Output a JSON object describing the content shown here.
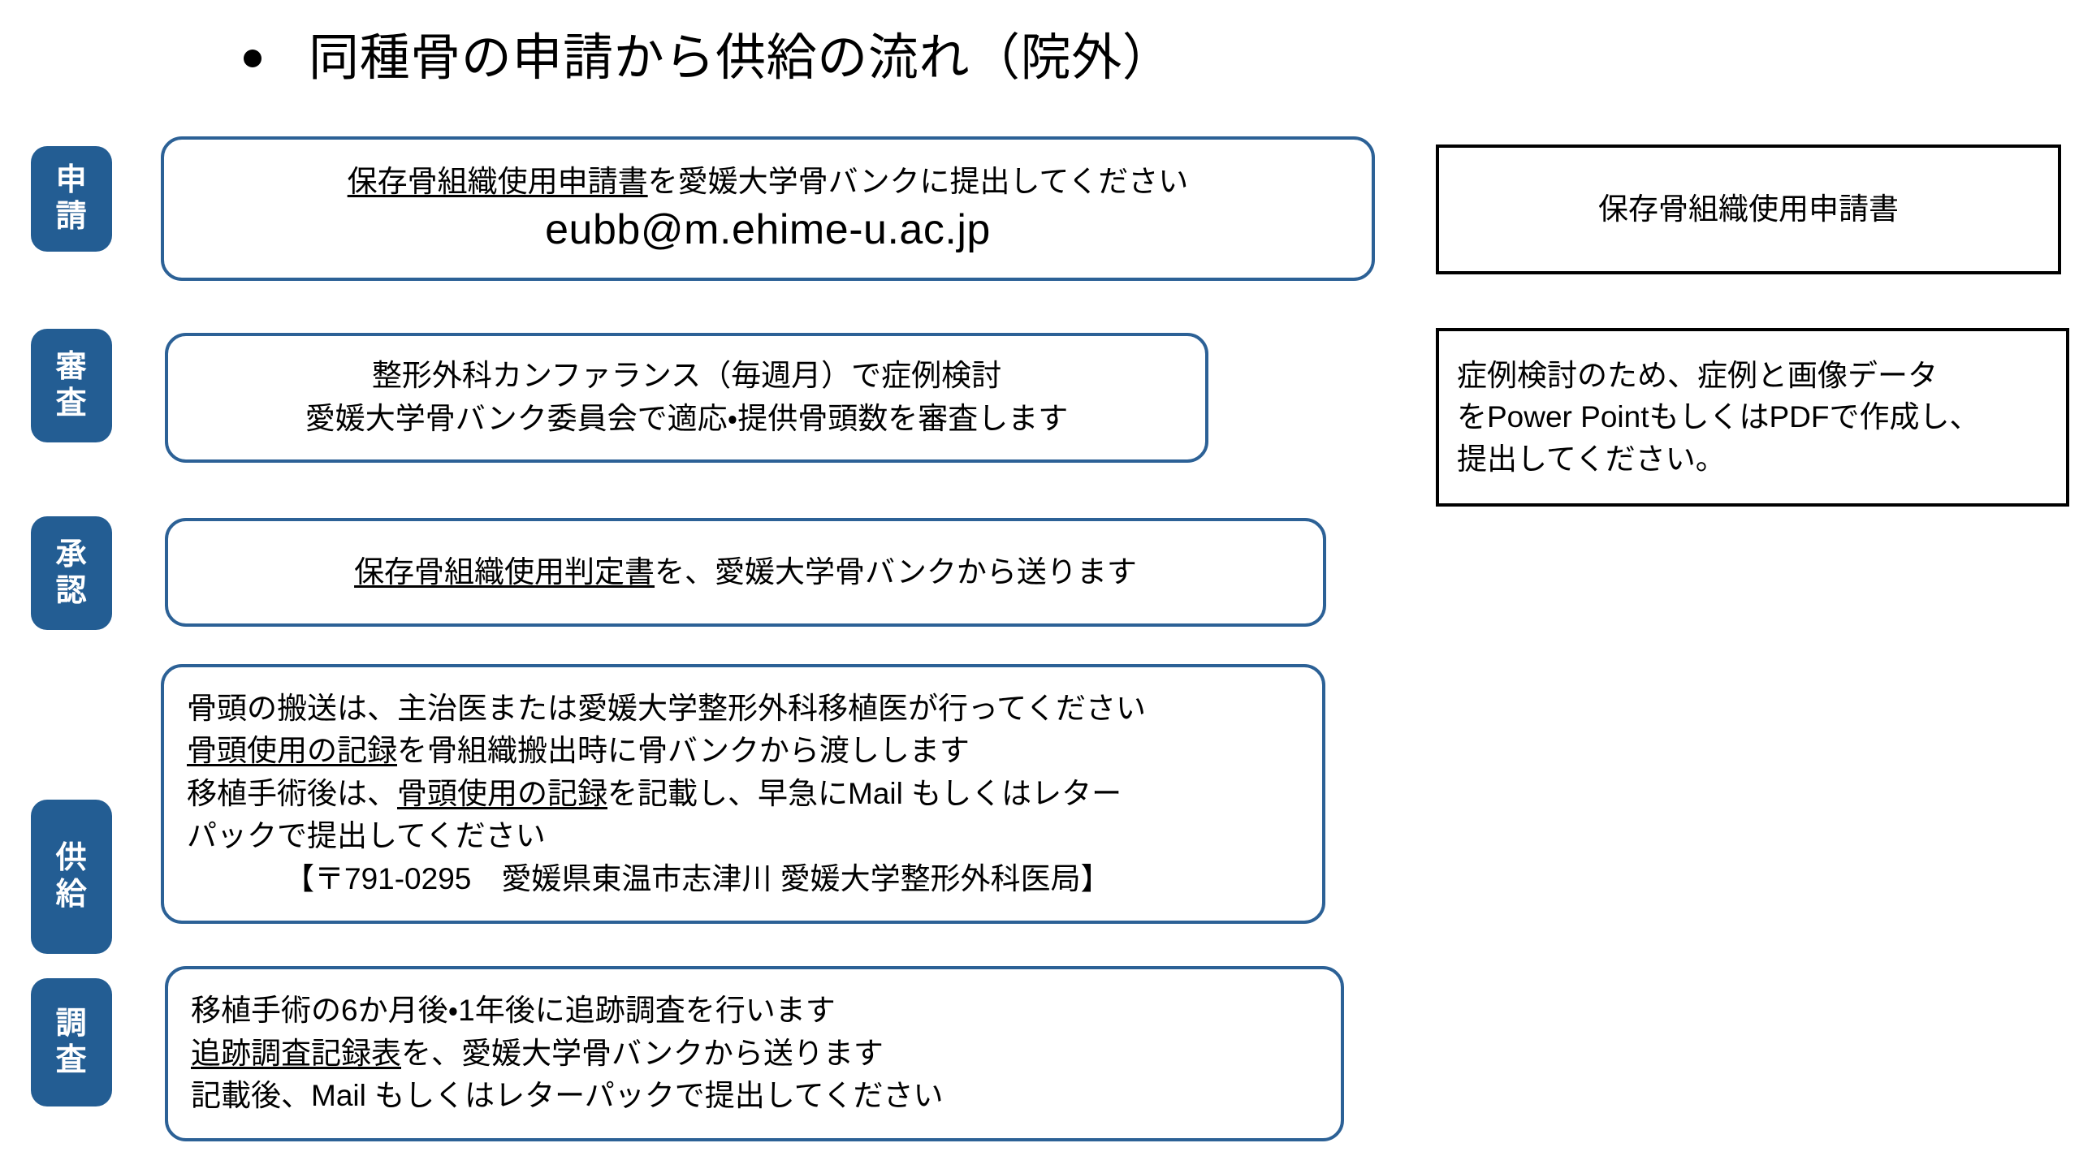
{
  "slide": {
    "title": "同種骨の申請から供給の流れ（院外）",
    "bullet_icon": "bullet-dot-icon",
    "accent_blue": "#235D93",
    "border_blue": "#2C6196",
    "border_black": "#000000",
    "background": "#FFFFFF"
  },
  "flow": [
    {
      "stage_id": "application",
      "label_chars": [
        "申",
        "請"
      ],
      "lines": [
        {
          "id": "line-1",
          "segments": [
            {
              "text": "保存骨組織使用申請書",
              "underline": true
            },
            {
              "text": "を愛媛大学骨バンクに提出してください",
              "underline": false
            }
          ]
        },
        {
          "id": "line-2",
          "email": true,
          "segments": [
            {
              "text": "eubb@m.ehime-u.ac.jp",
              "underline": false
            }
          ]
        }
      ]
    },
    {
      "stage_id": "review",
      "label_chars": [
        "審",
        "査"
      ],
      "lines": [
        {
          "id": "line-1",
          "segments": [
            {
              "text": "整形外科カンファランス（毎週月）で症例検討",
              "underline": false
            }
          ]
        },
        {
          "id": "line-2",
          "segments": [
            {
              "text": "愛媛大学骨バンク委員会で適応・提供骨頭数を審査します",
              "underline": false
            }
          ]
        }
      ]
    },
    {
      "stage_id": "approval",
      "label_chars": [
        "承",
        "認"
      ],
      "lines": [
        {
          "id": "line-1",
          "segments": [
            {
              "text": "保存骨組織使用判定書",
              "underline": true
            },
            {
              "text": "を、愛媛大学骨バンクから送ります",
              "underline": false
            }
          ]
        }
      ]
    },
    {
      "stage_id": "supply",
      "label_chars": [
        "供",
        "給"
      ],
      "lines": [
        {
          "id": "line-1",
          "segments": [
            {
              "text": "骨頭の搬送は、主治医または愛媛大学整形外科移植医が行ってください",
              "underline": false
            }
          ]
        },
        {
          "id": "line-2",
          "segments": [
            {
              "text": "骨頭使用の記録",
              "underline": true
            },
            {
              "text": "を骨組織搬出時に骨バンクから渡しします",
              "underline": false
            }
          ]
        },
        {
          "id": "line-3",
          "segments": [
            {
              "text": "移植手術後は、",
              "underline": false
            },
            {
              "text": "骨頭使用の記録",
              "underline": true
            },
            {
              "text": "を記載し、早急にMail もしくはレター",
              "underline": false
            }
          ]
        },
        {
          "id": "line-4",
          "segments": [
            {
              "text": "パックで提出してください",
              "underline": false
            }
          ]
        },
        {
          "id": "line-5",
          "indent": true,
          "segments": [
            {
              "text": "【〒791-0295　愛媛県東温市志津川 愛媛大学整形外科医局】",
              "underline": false
            }
          ]
        }
      ]
    },
    {
      "stage_id": "followup",
      "label_chars": [
        "調",
        "査"
      ],
      "lines": [
        {
          "id": "line-1",
          "segments": [
            {
              "text": "移植手術の6か月後・1年後に追跡調査を行います",
              "underline": false
            }
          ]
        },
        {
          "id": "line-2",
          "segments": [
            {
              "text": "追跡調査記録表",
              "underline": true
            },
            {
              "text": "を、愛媛大学骨バンクから送ります",
              "underline": false
            }
          ]
        },
        {
          "id": "line-3",
          "segments": [
            {
              "text": "記載後、Mail もしくはレターパックで提出してください",
              "underline": false
            }
          ]
        }
      ]
    }
  ],
  "side_notes": [
    {
      "id": "form-name-note",
      "align": "center",
      "lines": [
        "保存骨組織使用申請書"
      ]
    },
    {
      "id": "submission-format-note",
      "align": "left",
      "lines": [
        "症例検討のため、症例と画像データ",
        "をPower PointもしくはPDFで作成し、",
        "提出してください。"
      ]
    }
  ]
}
